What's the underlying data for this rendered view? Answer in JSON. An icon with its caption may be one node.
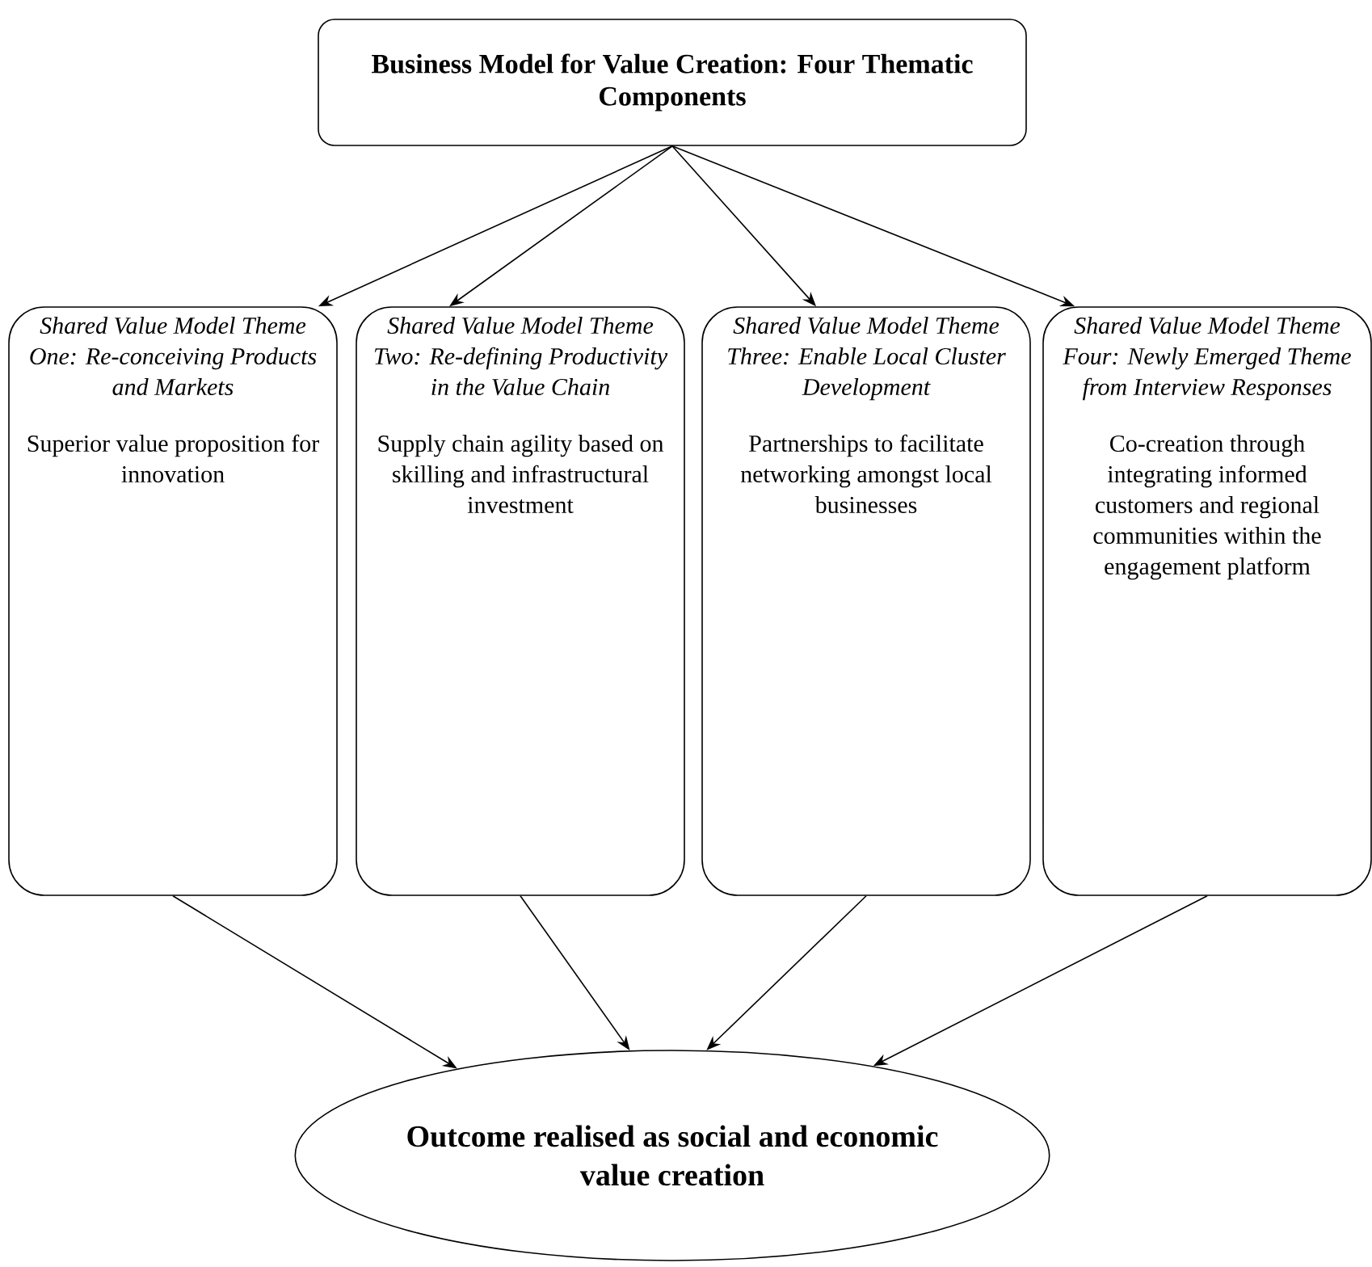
{
  "diagram": {
    "nodes": [
      {
        "text": [
          "Business Model for Value Creation: Four Thematic Components"
        ]
      },
      {
        "text": [
          "Shared Value Model Theme One: Re-conceiving Products and Markets",
          "Superior value proposition for innovation"
        ]
      },
      {
        "text": [
          "Shared Value Model Theme Two: Re-defining Productivity in the Value Chain",
          "Supply chain agility based on skilling and infrastructural investment"
        ]
      },
      {
        "text": [
          "Shared Value Model Theme Three: Enable Local Cluster Development",
          "Partnerships to facilitate networking amongst local businesses"
        ]
      },
      {
        "text": [
          "Shared Value Model Theme Four: Newly Emerged Theme from Interview Responses",
          "Co-creation through integrating informed customers and regional communities within the engagement platform"
        ]
      },
      {
        "text": [
          "Outcome realised as social and economic value creation"
        ]
      }
    ],
    "edges": [
      {
        "from": 0,
        "to": 1,
        "arrow": "to"
      },
      {
        "from": 0,
        "to": 2,
        "arrow": "to"
      },
      {
        "from": 0,
        "to": 3,
        "arrow": "to"
      },
      {
        "from": 0,
        "to": 4,
        "arrow": "to"
      },
      {
        "from": 1,
        "to": 5,
        "arrow": "to"
      },
      {
        "from": 2,
        "to": 5,
        "arrow": "to"
      },
      {
        "from": 3,
        "to": 5,
        "arrow": "to"
      },
      {
        "from": 4,
        "to": 5,
        "arrow": "to"
      }
    ]
  }
}
